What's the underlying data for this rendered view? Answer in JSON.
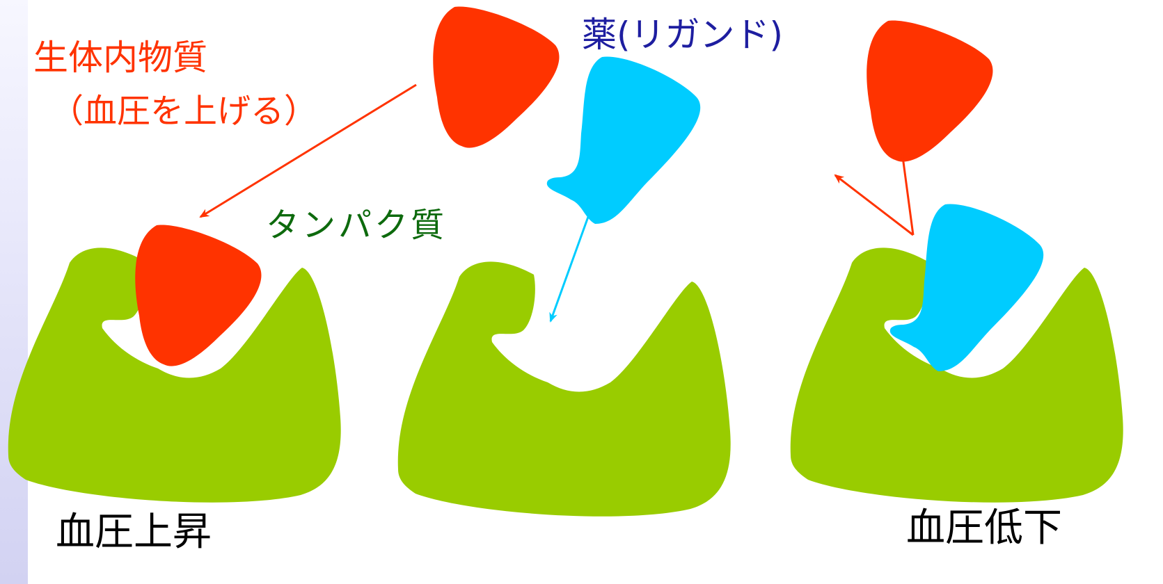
{
  "labels": {
    "endogenous_substance": "生体内物質",
    "endogenous_effect": "（血圧を上げる）",
    "drug_ligand": "薬(リガンド)",
    "protein": "タンパク質",
    "bp_increase": "血圧上昇",
    "bp_decrease": "血圧低下"
  },
  "colors": {
    "protein": "#99cc00",
    "endogenous_substance": "#ff3300",
    "drug": "#00ccff",
    "endogenous_label": "#ff3300",
    "drug_label": "#1e1ea0",
    "protein_label": "#0d6a0d",
    "outcome_label": "#000000",
    "left_strip": "#e0e0f8"
  },
  "shapes": {
    "protein": "pocketed-receptor",
    "endogenous_substance": "red-triangular-molecule",
    "drug": "blue-hooked-molecule"
  }
}
